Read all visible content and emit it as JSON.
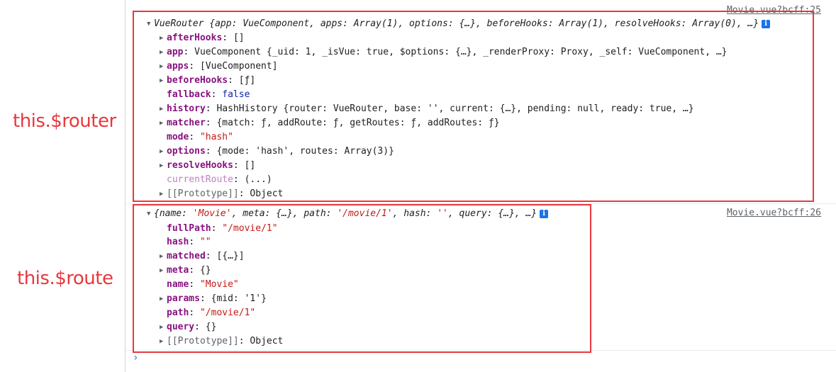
{
  "annotations": {
    "router_label": "this.$router",
    "route_label": "this.$route"
  },
  "router_log": {
    "source": "Movie.vue?bcff:25",
    "header": {
      "class_name": "VueRouter",
      "rest": " {app: VueComponent, apps: Array(1), options: {…}, beforeHooks: Array(1), resolveHooks: Array(0), …}"
    },
    "props": [
      {
        "key": "afterHooks",
        "sep": ": ",
        "value": "[]"
      },
      {
        "key": "app",
        "sep": ": ",
        "value": "VueComponent {_uid: 1, _isVue: true, $options: {…}, _renderProxy: Proxy, _self: VueComponent, …}"
      },
      {
        "key": "apps",
        "sep": ": ",
        "value": "[VueComponent]"
      },
      {
        "key": "beforeHooks",
        "sep": ": ",
        "value": "[ƒ]"
      },
      {
        "key": "fallback",
        "sep": ": ",
        "value": "false"
      },
      {
        "key": "history",
        "sep": ": ",
        "value": "HashHistory {router: VueRouter, base: '', current: {…}, pending: null, ready: true, …}"
      },
      {
        "key": "matcher",
        "sep": ": ",
        "value": "{match: ƒ, addRoute: ƒ, getRoutes: ƒ, addRoutes: ƒ}"
      },
      {
        "key": "mode",
        "sep": ": ",
        "value": "\"hash\""
      },
      {
        "key": "options",
        "sep": ": ",
        "value": "{mode: 'hash', routes: Array(3)}"
      },
      {
        "key": "resolveHooks",
        "sep": ": ",
        "value": "[]"
      },
      {
        "key": "currentRoute",
        "sep": ": ",
        "value": "(...)"
      },
      {
        "key": "[[Prototype]]",
        "sep": ": ",
        "value": "Object"
      }
    ]
  },
  "route_log": {
    "source": "Movie.vue?bcff:26",
    "header": {
      "p1": "{name: ",
      "v1": "'Movie'",
      "p2": ", meta: {…}, path: ",
      "v2": "'/movie/1'",
      "p3": ", hash: ",
      "v3": "''",
      "p4": ", query: {…}, …}"
    },
    "props": [
      {
        "key": "fullPath",
        "sep": ": ",
        "value": "\"/movie/1\""
      },
      {
        "key": "hash",
        "sep": ": ",
        "value": "\"\""
      },
      {
        "key": "matched",
        "sep": ": ",
        "value": "[{…}]"
      },
      {
        "key": "meta",
        "sep": ": ",
        "value": "{}"
      },
      {
        "key": "name",
        "sep": ": ",
        "value": "\"Movie\""
      },
      {
        "key": "params",
        "sep": ": ",
        "value": "{mid: '1'}"
      },
      {
        "key": "path",
        "sep": ": ",
        "value": "\"/movie/1\""
      },
      {
        "key": "query",
        "sep": ": ",
        "value": "{}"
      },
      {
        "key": "[[Prototype]]",
        "sep": ": ",
        "value": "Object"
      }
    ]
  },
  "console": {
    "prompt": "›",
    "info_glyph": "i",
    "expanded_glyph": "▼",
    "collapsed_glyph": "▶"
  },
  "colors": {
    "annotation": "#e8383d",
    "key": "#881280",
    "string": "#c41a16",
    "number": "#1c00cf",
    "info": "#1a73e8"
  }
}
